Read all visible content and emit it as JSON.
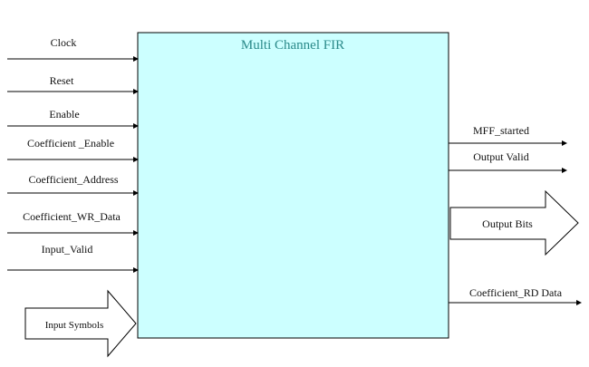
{
  "block": {
    "title": "Multi Channel FIR",
    "fill_color": "#ccffff",
    "title_color": "#2a8a8a"
  },
  "inputs": [
    {
      "id": "clock",
      "label": "Clock"
    },
    {
      "id": "reset",
      "label": "Reset"
    },
    {
      "id": "enable",
      "label": "Enable"
    },
    {
      "id": "coef-enable",
      "label": "Coefficient _Enable"
    },
    {
      "id": "coef-address",
      "label": "Coefficient_Address"
    },
    {
      "id": "coef-wr-data",
      "label": "Coefficient_WR_Data"
    },
    {
      "id": "input-valid",
      "label": "Input_Valid"
    }
  ],
  "input_bus": {
    "label": "Input Symbols"
  },
  "outputs": [
    {
      "id": "mff-started",
      "label": "MFF_started"
    },
    {
      "id": "output-valid",
      "label": "Output Valid"
    },
    {
      "id": "coef-rd-data",
      "label": "Coefficient_RD Data"
    }
  ],
  "output_bus": {
    "label": "Output Bits"
  }
}
